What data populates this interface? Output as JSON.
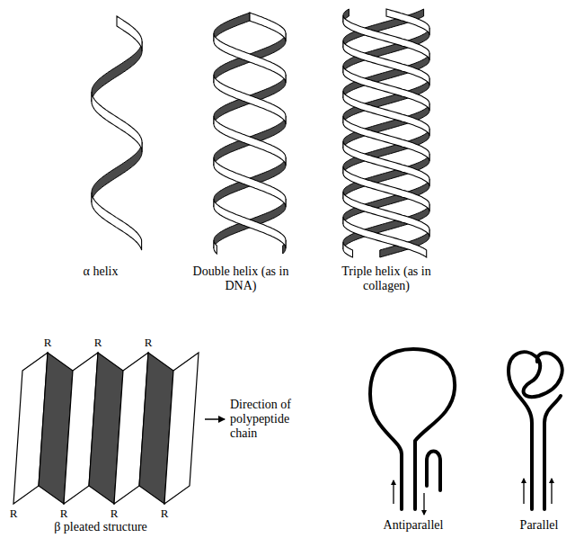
{
  "diagram": {
    "labels": [
      "α helix",
      "Double helix (as in DNA)",
      "Triple helix (as in collagen)",
      "R",
      "R",
      "R",
      "Direction of polypeptide chain",
      "R",
      "R",
      "R",
      "R",
      "β pleated structure",
      "Antiparallel",
      "Parallel"
    ]
  }
}
